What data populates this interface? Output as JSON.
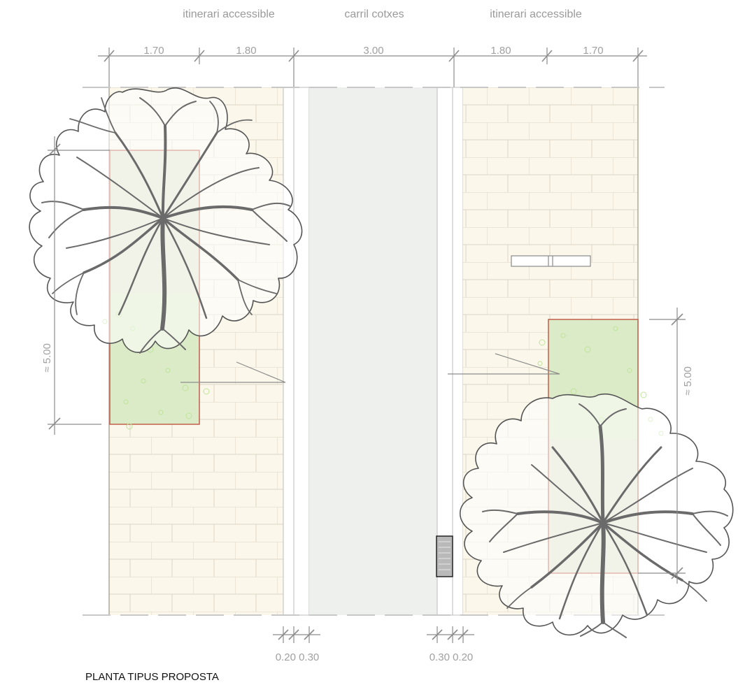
{
  "headers": {
    "left_sidewalk": "itinerari accessible",
    "car_lane": "carril cotxes",
    "right_sidewalk": "itinerari accessible"
  },
  "top_dimensions": [
    "1.70",
    "1.80",
    "3.00",
    "1.80",
    "1.70"
  ],
  "bottom_dimensions": {
    "left": "0.20 0.30",
    "right": "0.30 0.20"
  },
  "planter_dimension_left": "≈ 5.00",
  "planter_dimension_right": "≈ 5.00",
  "drawing_title": "PLANTA TIPUS PROPOSTA",
  "colors": {
    "paving": "#fbf7ea",
    "paving_joint": "#e2dccd",
    "car_lane": "#eef0ee",
    "planter_fill": "#dfe5cf",
    "planter_border": "#c0604a",
    "ground_cover": "#cfe8b0",
    "tree_outline": "#555555",
    "tree_branch": "#6a6a6a",
    "dimension_line": "#8c8c8c"
  }
}
